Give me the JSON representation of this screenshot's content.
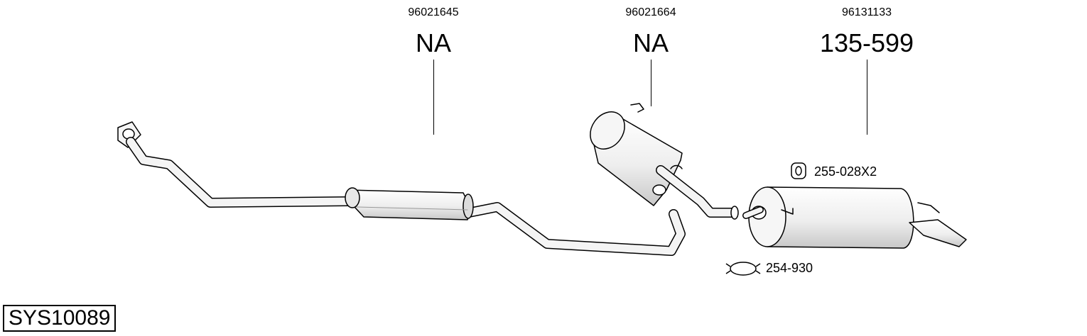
{
  "parts": [
    {
      "oem": "96021645",
      "ref": "NA"
    },
    {
      "oem": "96021664",
      "ref": "NA"
    },
    {
      "oem": "96131133",
      "ref": "135-599"
    }
  ],
  "accessories": [
    {
      "ref": "255-028X2",
      "icon": "rubber-hanger-icon"
    },
    {
      "ref": "254-930",
      "icon": "clamp-icon"
    }
  ],
  "system_code": "SYS10089",
  "colors": {
    "line": "#000000",
    "fill_light": "#f2f2f2",
    "fill_shade": "#cfcfcf"
  }
}
